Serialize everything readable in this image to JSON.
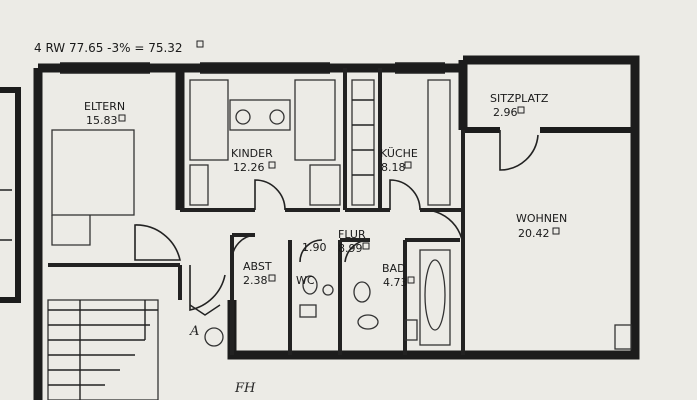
{
  "header": {
    "text": "4 RW 77.65 -3% = 75.32"
  },
  "rooms": {
    "eltern": {
      "name": "ELTERN",
      "area": "15.83"
    },
    "kinder": {
      "name": "KINDER",
      "area": "12.26"
    },
    "kueche": {
      "name": "KÜCHE",
      "area": "8.18"
    },
    "sitzplatz": {
      "name": "SITZPLATZ",
      "area": "2.96"
    },
    "wohnen": {
      "name": "WOHNEN",
      "area": "20.42"
    },
    "flur": {
      "name": "FLUR",
      "area": "8.99"
    },
    "abst": {
      "name": "ABST",
      "area": "2.38"
    },
    "wc": {
      "name": "WC",
      "area": "1.90"
    },
    "bad": {
      "name": "BAD",
      "area": "4.73"
    }
  },
  "annotations": {
    "entrance": "A",
    "stairs_note": "FH"
  }
}
